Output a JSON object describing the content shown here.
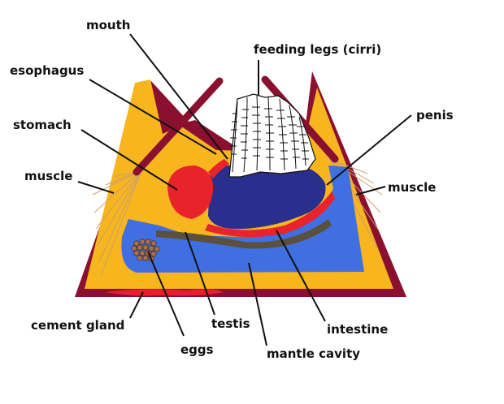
{
  "labels": {
    "mouth": "mouth",
    "esophagus": "esophagus",
    "stomach": "stomach",
    "muscle_left": "muscle",
    "feeding_legs": "feeding legs (cirri)",
    "penis": "penis",
    "muscle_right": "muscle",
    "cement_gland": "cement gland",
    "testis": "testis",
    "eggs": "eggs",
    "intestine": "intestine",
    "mantle_cavity": "mantle cavity"
  },
  "colors": {
    "shell": "#8b1030",
    "body": "#f7b51e",
    "mantle": "#3f6fe0",
    "visceral": "#2a2e8c",
    "stomach": "#e8232b",
    "testis": "#5b503e",
    "cement": "#e81e2b",
    "leader": "#111111"
  }
}
